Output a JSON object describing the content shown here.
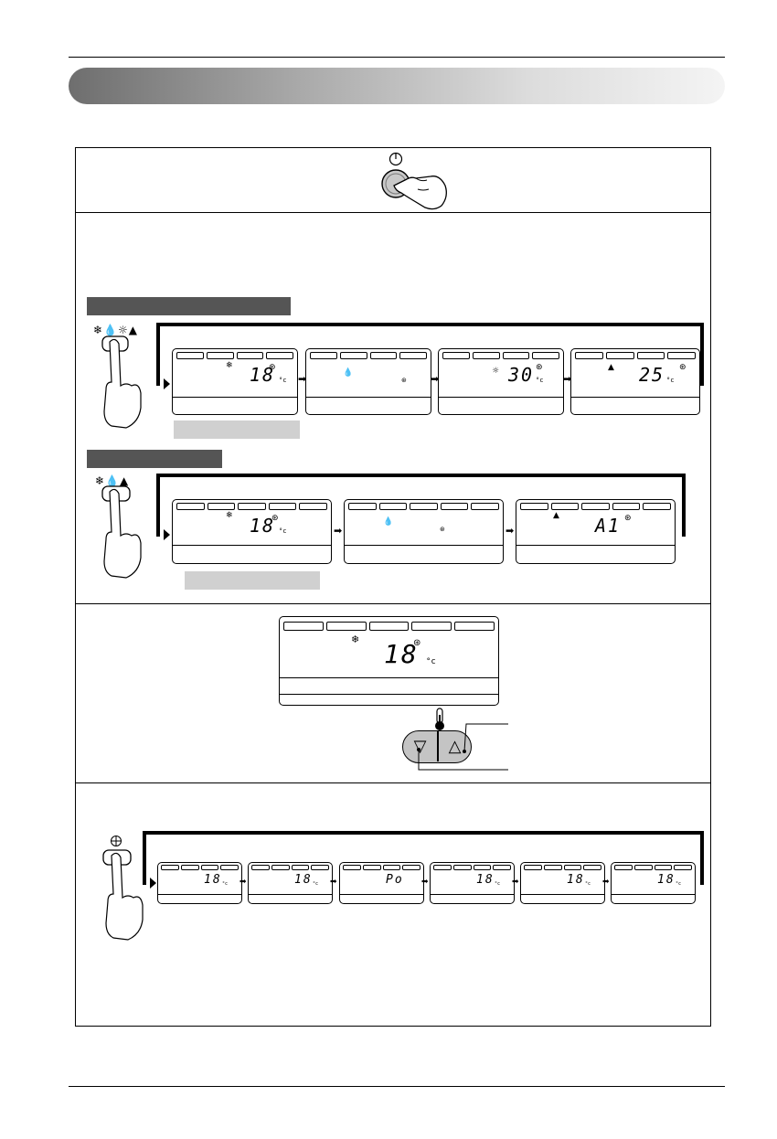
{
  "header": {
    "banner_title": ""
  },
  "power_section": {
    "power_icon": "power-icon"
  },
  "mode_section_a": {
    "header_bar_label": "",
    "mode_icons": "❄💧☼▲",
    "displays": [
      {
        "value": "18",
        "unit": "°c",
        "mode_icon": "❄",
        "fan_icon": "⊛"
      },
      {
        "value": "",
        "unit": "",
        "mode_icon": "💧",
        "fan_icon": "⊛"
      },
      {
        "value": "30",
        "unit": "°c",
        "mode_icon": "☼",
        "fan_icon": "⊛"
      },
      {
        "value": "25",
        "unit": "°c",
        "mode_icon": "▲",
        "fan_icon": "⊛"
      }
    ]
  },
  "mode_section_b": {
    "header_bar_label": "",
    "mode_icons": "❄💧▲",
    "displays": [
      {
        "value": "18",
        "unit": "°c",
        "mode_icon": "❄",
        "fan_icon": "⊛"
      },
      {
        "value": "",
        "unit": "",
        "mode_icon": "💧",
        "fan_icon": "⊛"
      },
      {
        "value": "A1",
        "unit": "",
        "mode_icon": "▲",
        "fan_icon": "⊛"
      }
    ]
  },
  "temp_section": {
    "display": {
      "value": "18",
      "unit": "°c",
      "mode_icon": "❄",
      "fan_icon": "⊛"
    },
    "thermometer_icon": "thermometer-icon",
    "down_icon": "▽",
    "up_icon": "△"
  },
  "fan_section": {
    "fan_button_icon": "fan-icon",
    "displays": [
      {
        "value": "18",
        "unit": "°c"
      },
      {
        "value": "18",
        "unit": "°c"
      },
      {
        "value": "Po",
        "unit": ""
      },
      {
        "value": "18",
        "unit": "°c"
      },
      {
        "value": "18",
        "unit": "°c"
      },
      {
        "value": "18",
        "unit": "°c"
      }
    ]
  },
  "arrow_glyph": "➡"
}
